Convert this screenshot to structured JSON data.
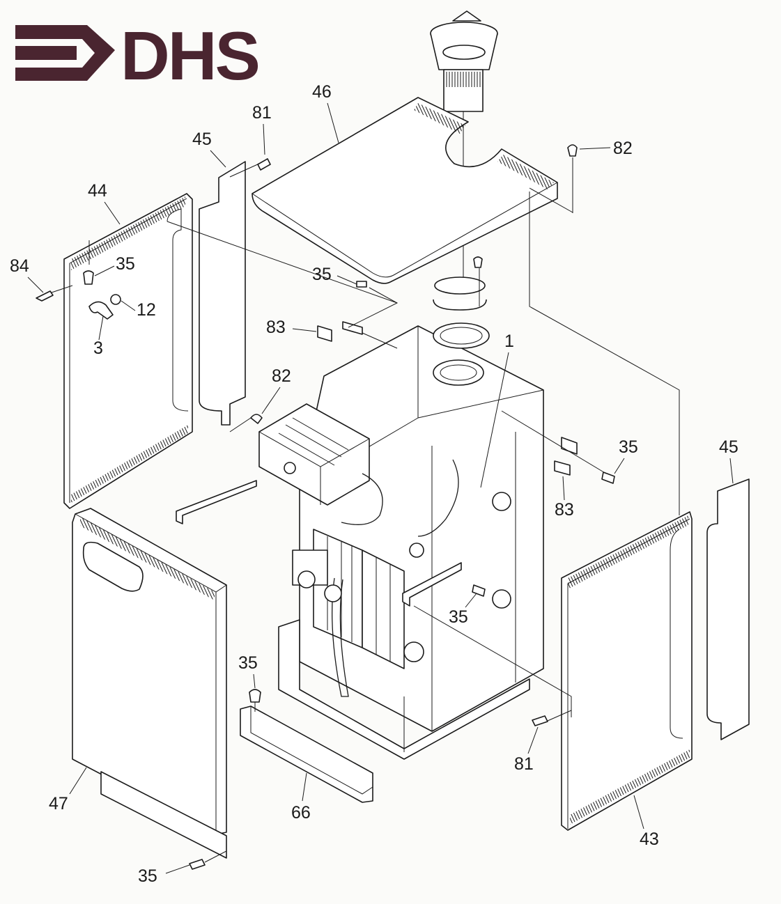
{
  "brand": {
    "logo_text": "DHS",
    "color": "#4a2530"
  },
  "labels": {
    "l1": "1",
    "l3": "3",
    "l12": "12",
    "l35_a": "35",
    "l35_b": "35",
    "l35_c": "35",
    "l35_d": "35",
    "l35_e": "35",
    "l35_f": "35",
    "l43": "43",
    "l44": "44",
    "l45_a": "45",
    "l45_b": "45",
    "l46": "46",
    "l47": "47",
    "l66": "66",
    "l81_a": "81",
    "l81_b": "81",
    "l82_a": "82",
    "l82_b": "82",
    "l83_a": "83",
    "l83_b": "83",
    "l84": "84"
  },
  "colors": {
    "line": "#1a1a1a",
    "paper": "#fbfbf9"
  }
}
